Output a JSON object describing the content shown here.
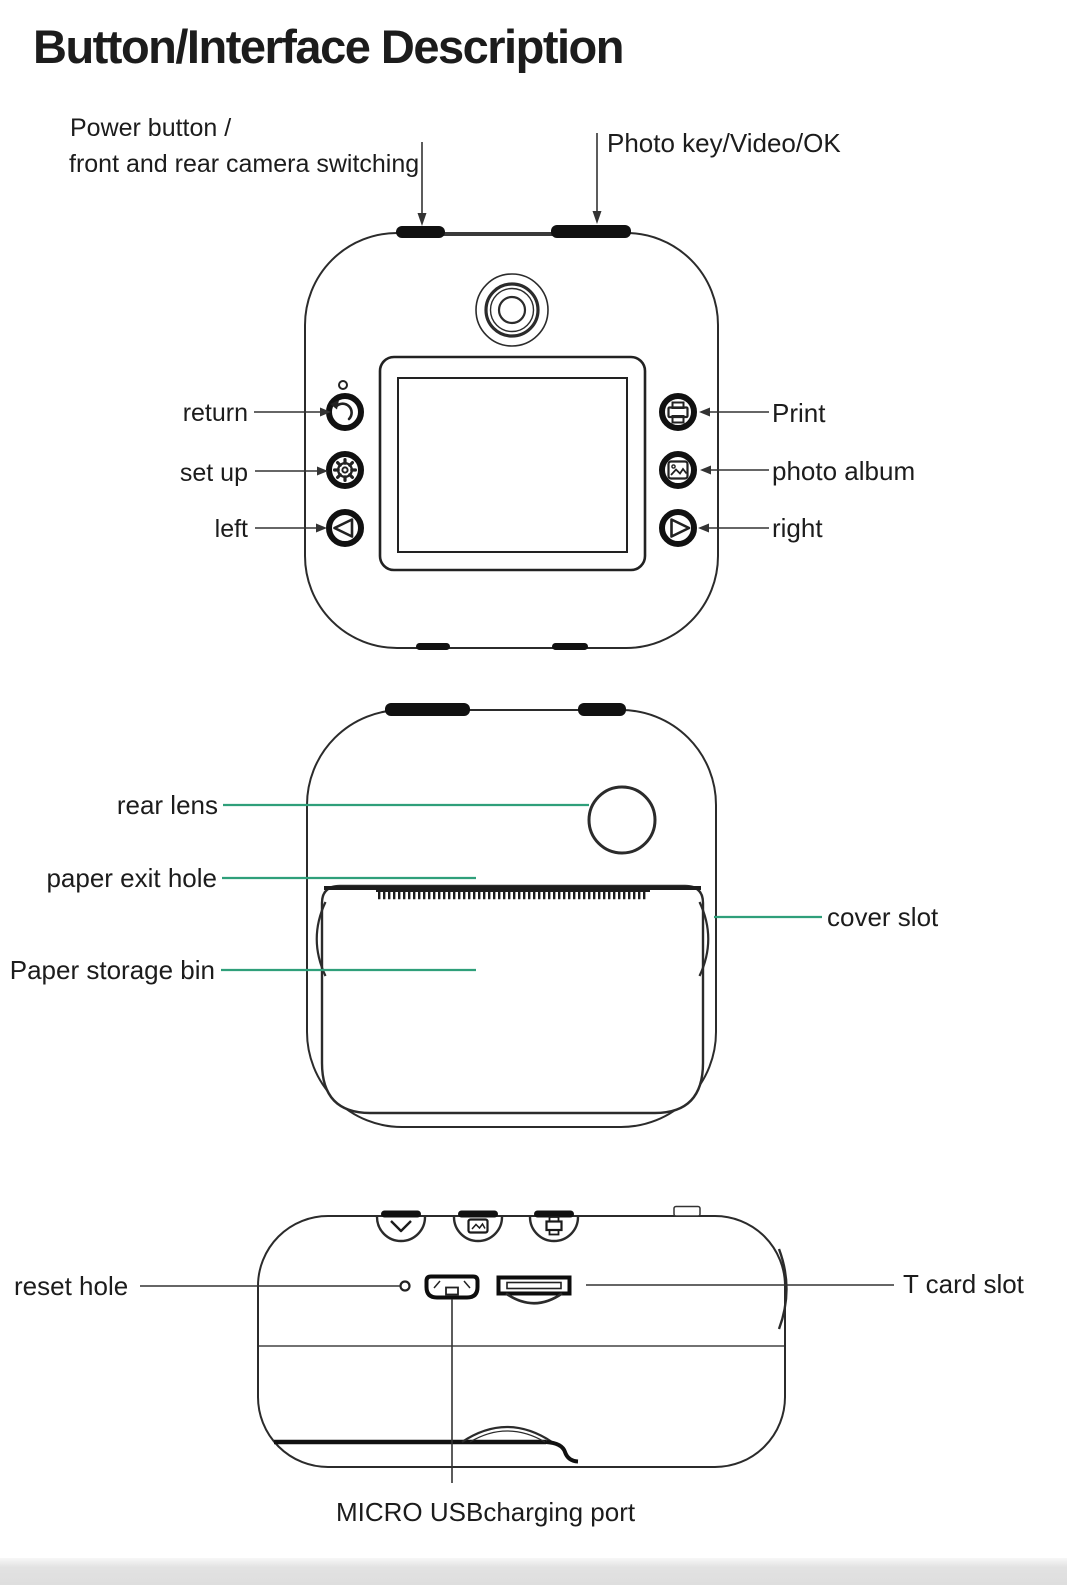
{
  "title": "Button/Interface Description",
  "front_view": {
    "power_label_line1": "Power button /",
    "power_label_line2": "front and rear camera switching",
    "photo_key_label": "Photo key/Video/OK",
    "return_label": "return",
    "setup_label": "set up",
    "left_label": "left",
    "print_label": "Print",
    "album_label": "photo album",
    "right_label": "right",
    "icons": [
      "undo-icon",
      "gear-icon",
      "triangle-left-icon",
      "printer-icon",
      "photo-album-icon",
      "triangle-right-icon"
    ]
  },
  "back_view": {
    "rear_lens_label": "rear lens",
    "paper_exit_label": "paper exit hole",
    "paper_bin_label": "Paper storage bin",
    "cover_slot_label": "cover slot"
  },
  "bottom_view": {
    "reset_label": "reset hole",
    "tcard_label": "T card slot",
    "usb_label": "MICRO USBcharging port"
  },
  "colors": {
    "leader_line_green": "#2f9f7a",
    "outline_ink": "#2b2b2b"
  }
}
